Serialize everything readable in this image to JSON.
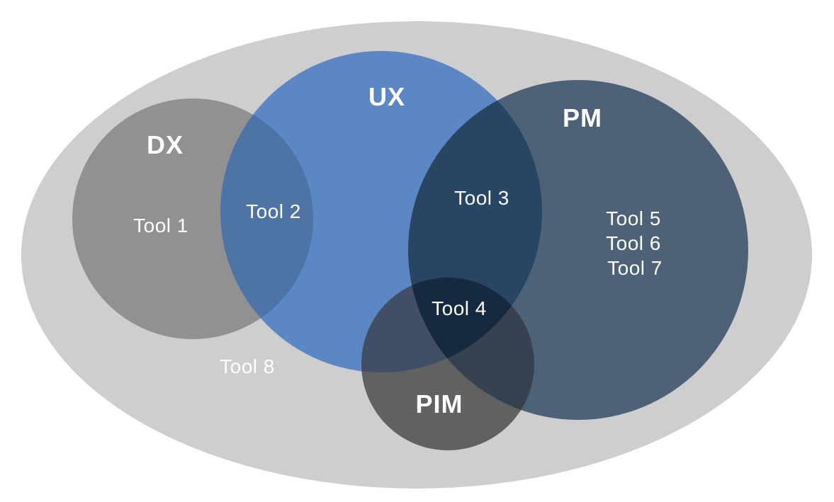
{
  "diagram": {
    "type": "venn-euler",
    "background_color": "#ffffff",
    "outer": {
      "label": "Tool 8",
      "color": "#cecece",
      "label_color": "#8a8a8a"
    },
    "sets": [
      {
        "name": "DX",
        "color": "#919191",
        "items": [
          "Tool 1"
        ]
      },
      {
        "name": "UX",
        "color": "#5b87c4",
        "items": []
      },
      {
        "name": "PM",
        "color": "#4d6177",
        "items": [
          "Tool 5",
          "Tool 6",
          "Tool 7"
        ]
      },
      {
        "name": "PIM",
        "color": "#616161",
        "items": []
      }
    ],
    "intersections": [
      {
        "sets": [
          "DX",
          "UX"
        ],
        "label": "Tool 2",
        "color": "#4e74a6"
      },
      {
        "sets": [
          "UX",
          "PM"
        ],
        "label": "Tool 3",
        "color": "#294564"
      },
      {
        "sets": [
          "UX",
          "PM",
          "PIM"
        ],
        "label": "Tool 4",
        "color": "#152a41"
      },
      {
        "sets": [
          "UX",
          "PIM"
        ],
        "color": "#414f66"
      },
      {
        "sets": [
          "PM",
          "PIM"
        ],
        "color": "#364250"
      }
    ]
  }
}
